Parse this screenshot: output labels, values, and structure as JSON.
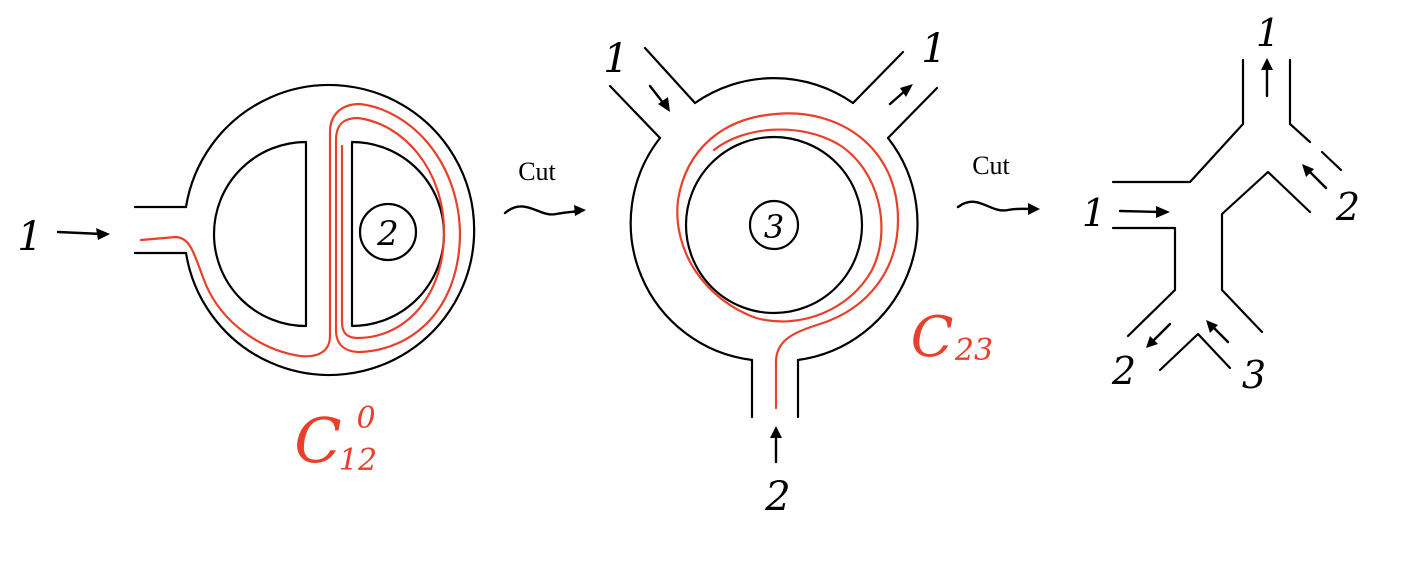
{
  "colors": {
    "ink": "#000000",
    "accent": "#e8402a",
    "background": "#ffffff"
  },
  "left_panel": {
    "inlet_label": "1",
    "region_label": "2",
    "curve_label": "C",
    "curve_subscript": "12",
    "curve_superscript": "0"
  },
  "transition_1": {
    "label": "Cut"
  },
  "middle_panel": {
    "inlet_label_top_left": "1",
    "outlet_label_top_right": "1",
    "inlet_label_bottom": "2",
    "region_label": "3",
    "curve_label": "C",
    "curve_subscript": "23"
  },
  "transition_2": {
    "label": "Cut"
  },
  "right_panel": {
    "top_label": "1",
    "left_label": "1",
    "right_label": "2",
    "bottom_left_label": "2",
    "bottom_right_label": "3"
  }
}
